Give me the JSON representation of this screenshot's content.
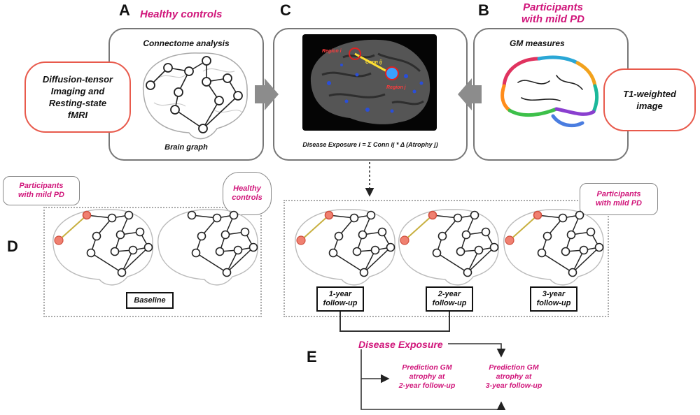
{
  "panel_letters": {
    "a": "A",
    "b": "B",
    "c": "C",
    "d": "D",
    "e": "E"
  },
  "panel_a": {
    "title": "Healthy controls",
    "heading": "Connectome analysis",
    "caption": "Brain graph",
    "input_line1": "Diffusion-tensor",
    "input_line2": "Imaging and",
    "input_line3": "Resting-state",
    "input_line4": "fMRI"
  },
  "panel_b": {
    "title_line1": "Participants",
    "title_line2": "with mild PD",
    "heading": "GM measures",
    "input_line1": "T1-weighted",
    "input_line2": "image"
  },
  "panel_c": {
    "region_i": "Region i",
    "region_j": "Region j",
    "conn": "Conn ij",
    "formula": "Disease Exposure i = Σ Conn ij * Δ (Atrophy j)"
  },
  "panel_d": {
    "left_label_line1": "Participants",
    "left_label_line2": "with mild PD",
    "controls_label_line1": "Healthy",
    "controls_label_line2": "controls",
    "right_label_line1": "Participants",
    "right_label_line2": "with mild PD",
    "baseline": "Baseline",
    "fu1_line1": "1-year",
    "fu1_line2": "follow-up",
    "fu2_line1": "2-year",
    "fu2_line2": "follow-up",
    "fu3_line1": "3-year",
    "fu3_line2": "follow-up"
  },
  "panel_e": {
    "exposure": "Disease Exposure",
    "pred2_line1": "Prediction GM",
    "pred2_line2": "atrophy at",
    "pred2_line3": "2-year follow-up",
    "pred3_line1": "Prediction GM",
    "pred3_line2": "atrophy at",
    "pred3_line3": "3-year follow-up"
  },
  "colors": {
    "accent": "#d0157a",
    "pill_border": "#e85a4c",
    "arrow_gray": "#8c8c8c",
    "node_red": "#f08070",
    "edge_yellow": "#c8b040"
  }
}
